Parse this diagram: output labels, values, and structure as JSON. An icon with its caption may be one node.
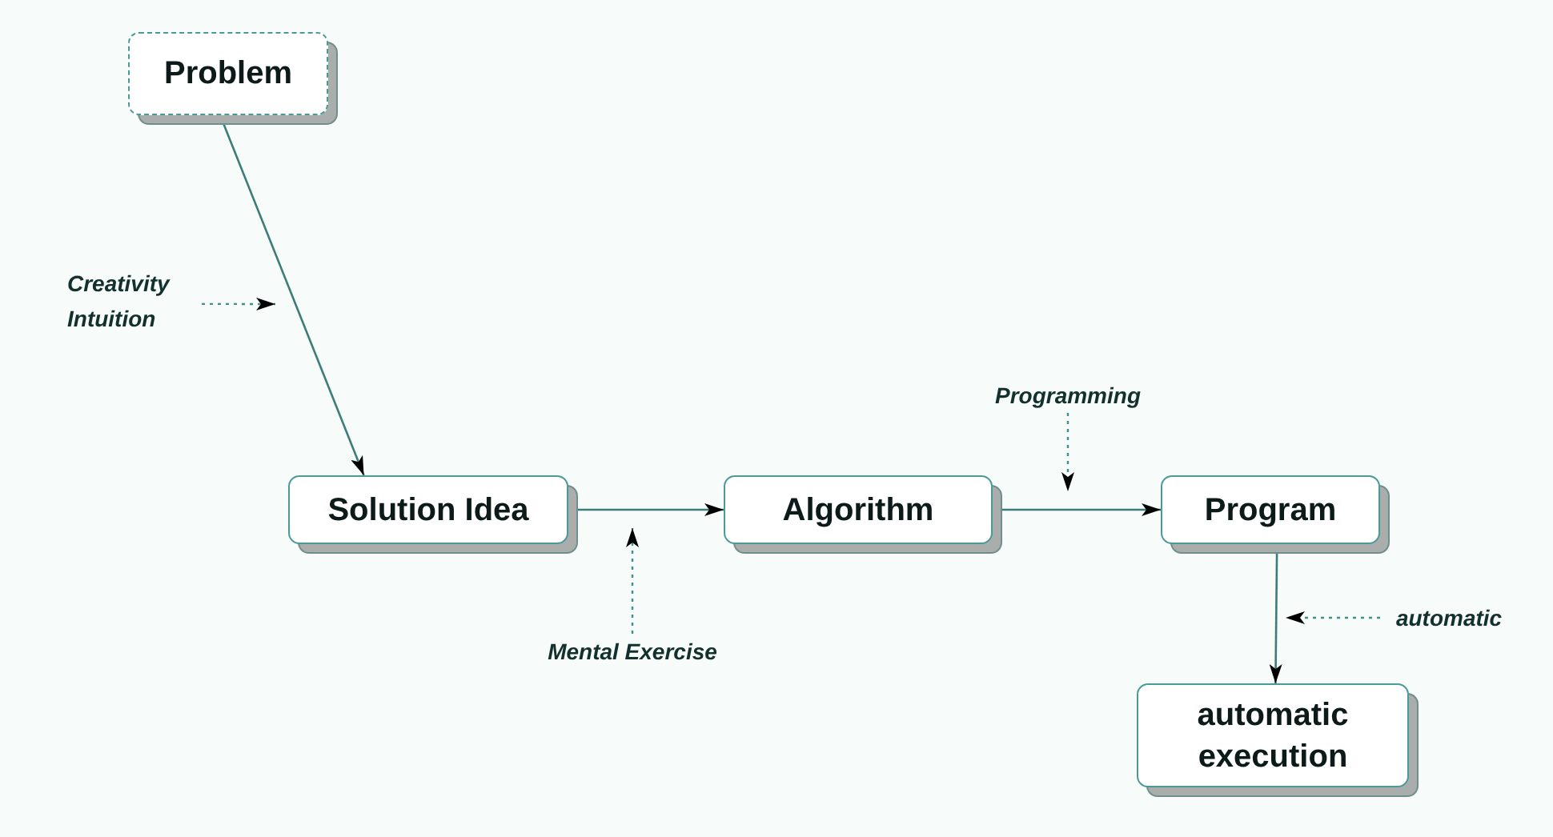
{
  "diagram": {
    "nodes": [
      {
        "text": [
          "Problem"
        ]
      },
      {
        "text": [
          "Solution Idea"
        ]
      },
      {
        "text": [
          "Algorithm"
        ]
      },
      {
        "text": [
          "Program"
        ]
      },
      {
        "text": [
          "automatic execution"
        ]
      },
      {
        "text": [
          "Creativity Intuition"
        ]
      },
      {
        "text": [
          "Mental Exercise"
        ]
      },
      {
        "text": [
          "Programming"
        ]
      },
      {
        "text": [
          "automatic"
        ]
      }
    ],
    "edges": [
      {
        "from": 0,
        "to": 1,
        "arrow": "to"
      },
      {
        "from": 1,
        "to": 2,
        "arrow": "to"
      },
      {
        "from": 2,
        "to": 3,
        "arrow": "to"
      },
      {
        "from": 3,
        "to": 4,
        "arrow": "to"
      },
      {
        "from": 5,
        "to": null,
        "arrow": "to",
        "style": "dashed"
      },
      {
        "from": 6,
        "to": null,
        "arrow": "to",
        "style": "dashed"
      },
      {
        "from": 7,
        "to": null,
        "arrow": "to",
        "style": "dashed"
      },
      {
        "from": 8,
        "to": null,
        "arrow": "to",
        "style": "dashed"
      }
    ]
  }
}
